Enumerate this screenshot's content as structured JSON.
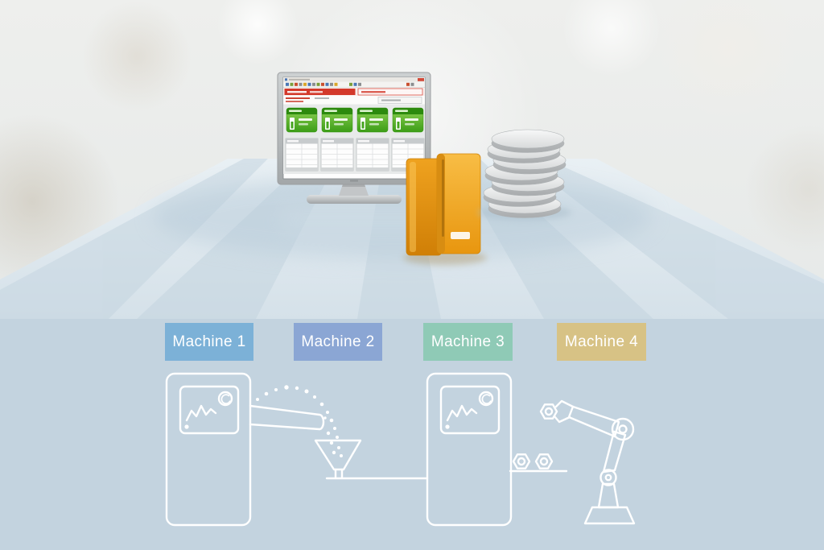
{
  "machines": [
    {
      "label": "Machine 1",
      "color": "#7cb1d7"
    },
    {
      "label": "Machine 2",
      "color": "#8ba6d4"
    },
    {
      "label": "Machine 3",
      "color": "#8fcab6"
    },
    {
      "label": "Machine 4",
      "color": "#d7c285"
    }
  ],
  "colors": {
    "band": "#c3d3df",
    "table_top": "#e9f0f4",
    "table_bottom": "#d5e1e9",
    "table_stripe": "#c3d4df",
    "monitor_frame": "#b9bdbf",
    "screen_background": "#fdfdfd",
    "software_banner_red": "#d3392b",
    "status_tile_green": "#55b02c",
    "daq_device_orange": "#f2a62a",
    "database_disc_gray": "#d9dbdc",
    "line_art_white": "#ffffff"
  },
  "icons": {
    "monitor": "process-monitoring-screen",
    "daq_device": "orange-data-acquisition-unit",
    "database": "stacked-discs-data-storage",
    "machine_1": "control-cabinet-with-display",
    "machine_2": "granulate-chute-and-funnel",
    "machine_3": "control-cabinet-with-display",
    "machine_4": "robot-arm-with-hex-nuts"
  }
}
